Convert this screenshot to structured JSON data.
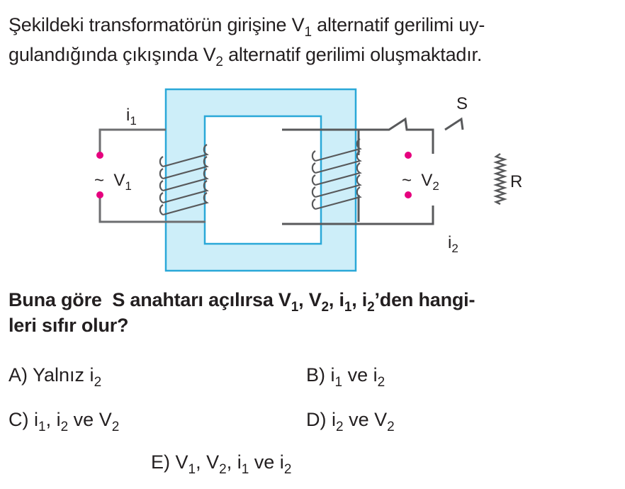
{
  "intro": {
    "line1": [
      {
        "t": "Şekildeki transformatörün girişine V"
      },
      {
        "sub": "1"
      },
      {
        "t": " alternatif gerilimi uy-"
      }
    ],
    "line2": [
      {
        "t": "gulandığında çıkışında V"
      },
      {
        "sub": "2"
      },
      {
        "t": " alternatif gerilimi oluşmaktadır."
      }
    ]
  },
  "diagram": {
    "i1": {
      "t": "i",
      "sub": "1"
    },
    "i2": {
      "t": "i",
      "sub": "2"
    },
    "v1": {
      "t": "~  V",
      "sub": "1"
    },
    "v2": {
      "t": "~  V",
      "sub": "2"
    },
    "switch": "S",
    "resistor": "R",
    "colors": {
      "core": "#cdeef9",
      "core_border": "#2aa8d8",
      "wire": "#6d6e70",
      "terminal": "#e6007e"
    }
  },
  "question": {
    "line1": [
      {
        "t": "Buna göre  S anahtarı açılırsa V"
      },
      {
        "sub": "1"
      },
      {
        "t": ", V"
      },
      {
        "sub": "2"
      },
      {
        "t": ", i"
      },
      {
        "sub": "1"
      },
      {
        "t": ", i"
      },
      {
        "sub": "2"
      },
      {
        "t": "’den hangi-"
      }
    ],
    "line2": [
      {
        "t": "leri sıfır olur?"
      }
    ]
  },
  "options": [
    {
      "letter": "A)",
      "segs": [
        {
          "t": " Yalnız i"
        },
        {
          "sub": "2"
        }
      ]
    },
    {
      "letter": "B)",
      "segs": [
        {
          "t": " i"
        },
        {
          "sub": "1"
        },
        {
          "t": " ve i"
        },
        {
          "sub": "2"
        }
      ]
    },
    {
      "letter": "C)",
      "segs": [
        {
          "t": " i"
        },
        {
          "sub": "1"
        },
        {
          "t": ", i"
        },
        {
          "sub": "2"
        },
        {
          "t": " ve V"
        },
        {
          "sub": "2"
        }
      ]
    },
    {
      "letter": "D)",
      "segs": [
        {
          "t": " i"
        },
        {
          "sub": "2"
        },
        {
          "t": " ve V"
        },
        {
          "sub": "2"
        }
      ]
    },
    {
      "letter": "E)",
      "segs": [
        {
          "t": " V"
        },
        {
          "sub": "1"
        },
        {
          "t": ", V"
        },
        {
          "sub": "2"
        },
        {
          "t": ", i"
        },
        {
          "sub": "1"
        },
        {
          "t": " ve i"
        },
        {
          "sub": "2"
        }
      ]
    }
  ]
}
